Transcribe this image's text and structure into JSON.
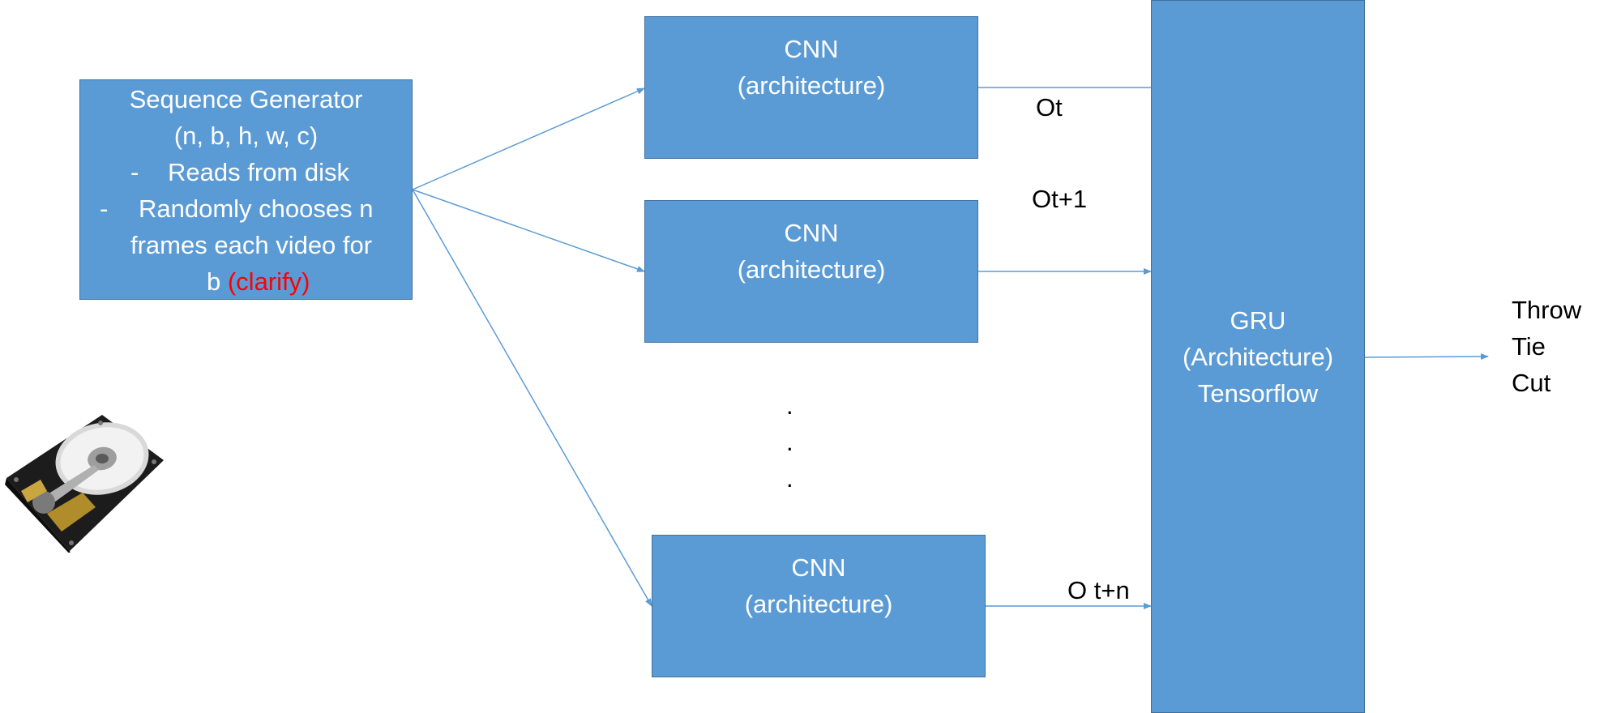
{
  "sequence_generator": {
    "title": "Sequence Generator",
    "params": "(n, b, h, w, c)",
    "bullet_marker": "-",
    "bullet_1": "Reads from disk",
    "bullet_2_line_1": "Randomly chooses n",
    "bullet_2_line_2": "frames each video for",
    "bullet_2_line_3_prefix": "b ",
    "bullet_2_line_3_note": "(clarify)"
  },
  "cnn_blocks": [
    {
      "title": "CNN",
      "subtitle": "(architecture)"
    },
    {
      "title": "CNN",
      "subtitle": "(architecture)"
    },
    {
      "title": "CNN",
      "subtitle": "(architecture)"
    }
  ],
  "ellipsis": [
    ".",
    ".",
    "."
  ],
  "output_labels": {
    "o_t": "Ot",
    "o_t1": "Ot+1",
    "o_tn": "O t+n"
  },
  "gru": {
    "line_1": "GRU",
    "line_2": "(Architecture)",
    "line_3": "Tensorflow"
  },
  "classes": [
    "Throw",
    "Tie",
    "Cut"
  ],
  "colors": {
    "box_fill": "#5b9bd5",
    "box_border": "#41719c",
    "arrow": "#5b9bd5",
    "note": "#ff0000"
  },
  "icons": {
    "disk": "hard-drive-icon"
  }
}
